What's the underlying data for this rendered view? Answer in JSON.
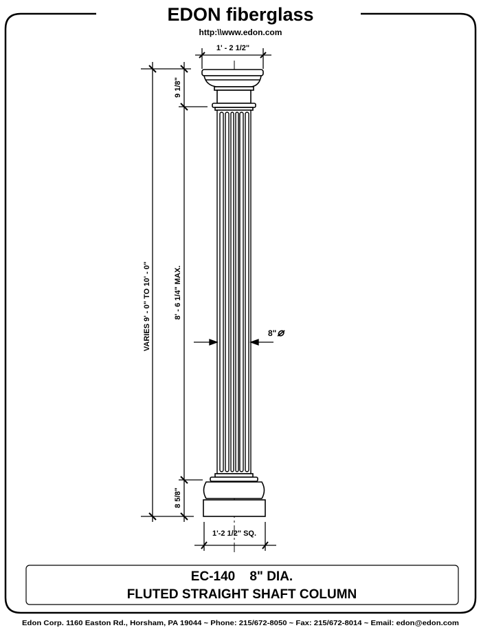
{
  "header": {
    "brand": "EDON fiberglass",
    "url": "http:\\\\www.edon.com"
  },
  "dimensions": {
    "capital_width": "1' - 2 1/2\"",
    "capital_height": "9 1/8\"",
    "overall_height": "VARIES 9' - 0\" TO 10' - 0\"",
    "shaft_height": "8' - 6 1/4\" MAX.",
    "diameter": "8\"",
    "diameter_symbol": "⌀",
    "base_height": "8 5/8\"",
    "base_width": "1'-2 1/2\" SQ."
  },
  "title_block": {
    "line1": "EC-140    8\" DIA.",
    "line2": "FLUTED STRAIGHT SHAFT COLUMN"
  },
  "footer": {
    "contact": "Edon Corp. 1160 Easton Rd.,  Horsham, PA 19044 ~ Phone: 215/672-8050 ~ Fax:  215/672-8014 ~ Email: edon@edon.com"
  }
}
